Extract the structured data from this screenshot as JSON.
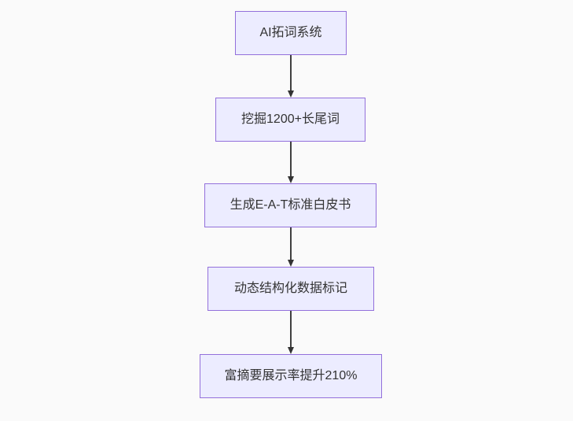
{
  "diagram": {
    "type": "flowchart",
    "direction": "top-down",
    "nodes": [
      {
        "label": "AI拓词系统"
      },
      {
        "label": "挖掘1200+长尾词"
      },
      {
        "label": "生成E-A-T标准白皮书"
      },
      {
        "label": "动态结构化数据标记"
      },
      {
        "label": "富摘要展示率提升210%"
      }
    ],
    "edges": [
      {
        "from": "AI拓词系统",
        "to": "挖掘1200+长尾词"
      },
      {
        "from": "挖掘1200+长尾词",
        "to": "生成E-A-T标准白皮书"
      },
      {
        "from": "生成E-A-T标准白皮书",
        "to": "动态结构化数据标记"
      },
      {
        "from": "动态结构化数据标记",
        "to": "富摘要展示率提升210%"
      }
    ],
    "colors": {
      "background": "#fafafa",
      "node_fill": "#ececff",
      "node_border": "#9370db",
      "node_text": "#333333",
      "arrow": "#333333"
    }
  }
}
